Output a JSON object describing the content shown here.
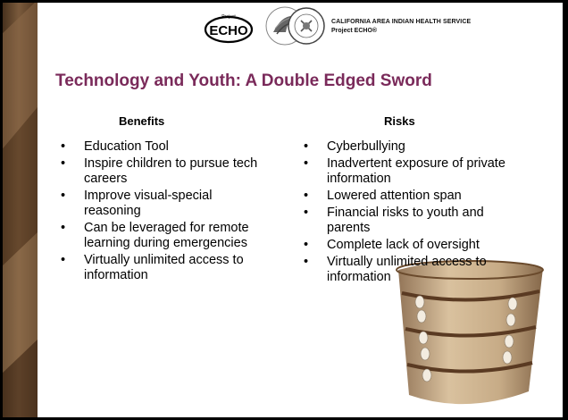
{
  "header": {
    "echo_logo_top": "Project",
    "echo_logo_main": "ECHO",
    "org_name": "CALIFORNIA AREA INDIAN HEALTH SERVICE",
    "org_sub": "Project ECHO®"
  },
  "title": "Technology and Youth: A Double Edged Sword",
  "benefits": {
    "heading": "Benefits",
    "items": [
      "Education Tool",
      "Inspire children to pursue tech careers",
      "Improve visual-special reasoning",
      "Can be leveraged for remote  learning during emergencies",
      "Virtually unlimited access to information"
    ]
  },
  "risks": {
    "heading": "Risks",
    "items": [
      "Cyberbullying",
      "Inadvertent exposure of private information",
      "Lowered attention span",
      "Financial risks to youth and parents",
      "Complete lack of oversight",
      "Virtually unlimited access to information"
    ]
  },
  "colors": {
    "title": "#7a2a5a",
    "strip_dark": "#5a3a22",
    "strip_light": "#8a6a4a"
  }
}
